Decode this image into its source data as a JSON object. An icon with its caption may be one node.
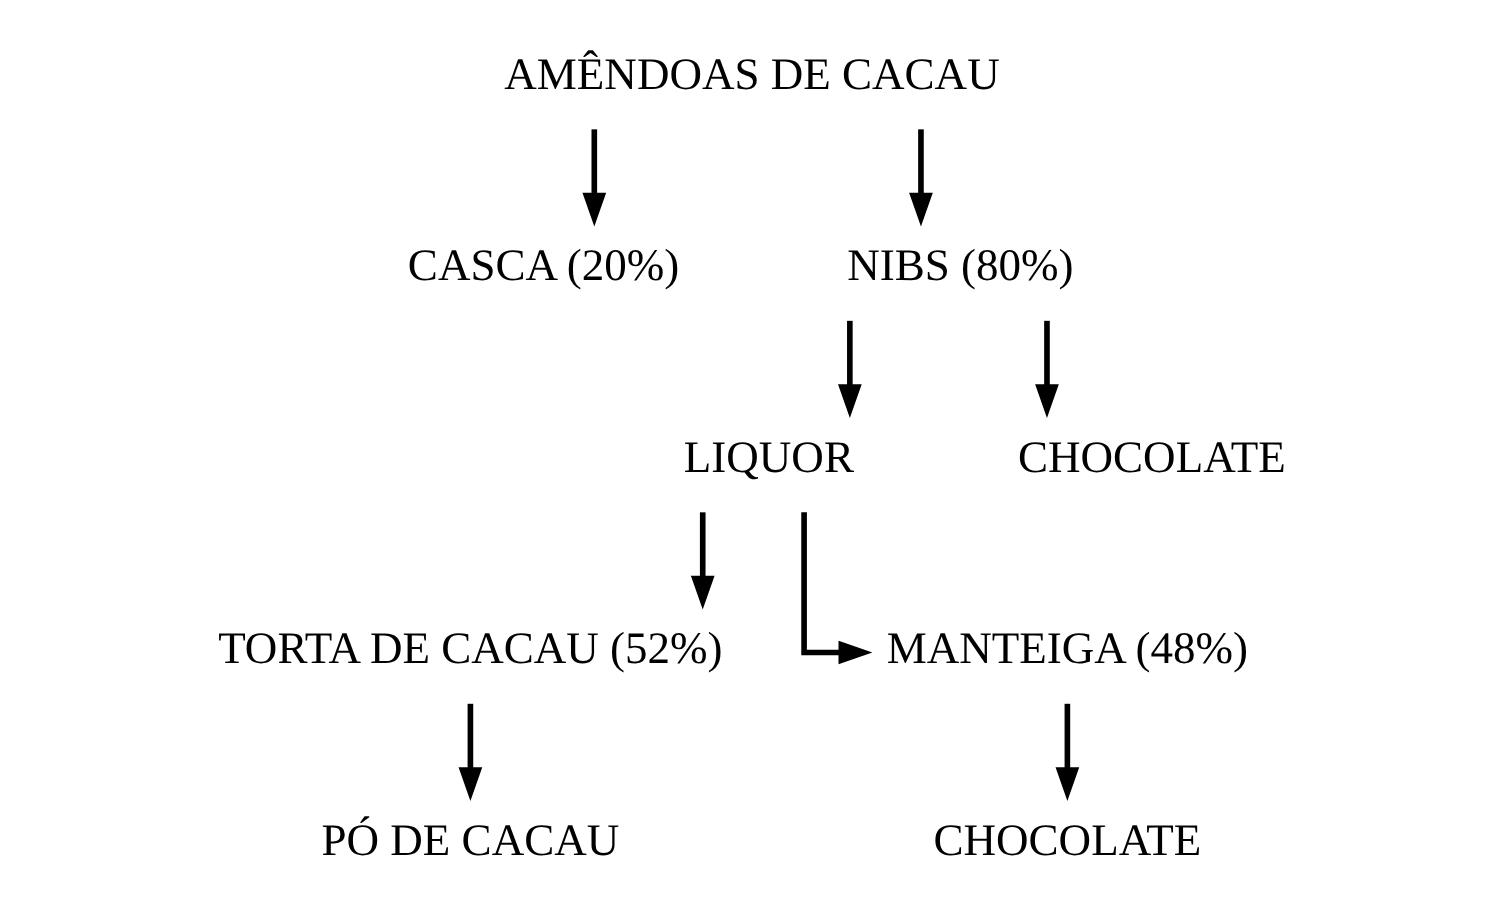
{
  "diagram": {
    "nodes": [
      {
        "text": [
          "AMÊNDOAS DE CACAU"
        ]
      },
      {
        "text": [
          "CASCA (20%)"
        ]
      },
      {
        "text": [
          "NIBS (80%)"
        ]
      },
      {
        "text": [
          "LIQUOR"
        ]
      },
      {
        "text": [
          "CHOCOLATE"
        ]
      },
      {
        "text": [
          "TORTA DE CACAU (52%)"
        ]
      },
      {
        "text": [
          "MANTEIGA (48%)"
        ]
      },
      {
        "text": [
          "PÓ DE CACAU"
        ]
      },
      {
        "text": [
          "CHOCOLATE"
        ]
      }
    ],
    "edges": [
      {
        "from": 0,
        "to": 1,
        "arrow": "to"
      },
      {
        "from": 0,
        "to": 2,
        "arrow": "to"
      },
      {
        "from": 2,
        "to": 3,
        "arrow": "to"
      },
      {
        "from": 2,
        "to": 4,
        "arrow": "to"
      },
      {
        "from": 3,
        "to": 5,
        "arrow": "to"
      },
      {
        "from": 3,
        "to": 6,
        "arrow": "to"
      },
      {
        "from": 5,
        "to": 7,
        "arrow": "to"
      },
      {
        "from": 6,
        "to": 8,
        "arrow": "to"
      }
    ]
  }
}
